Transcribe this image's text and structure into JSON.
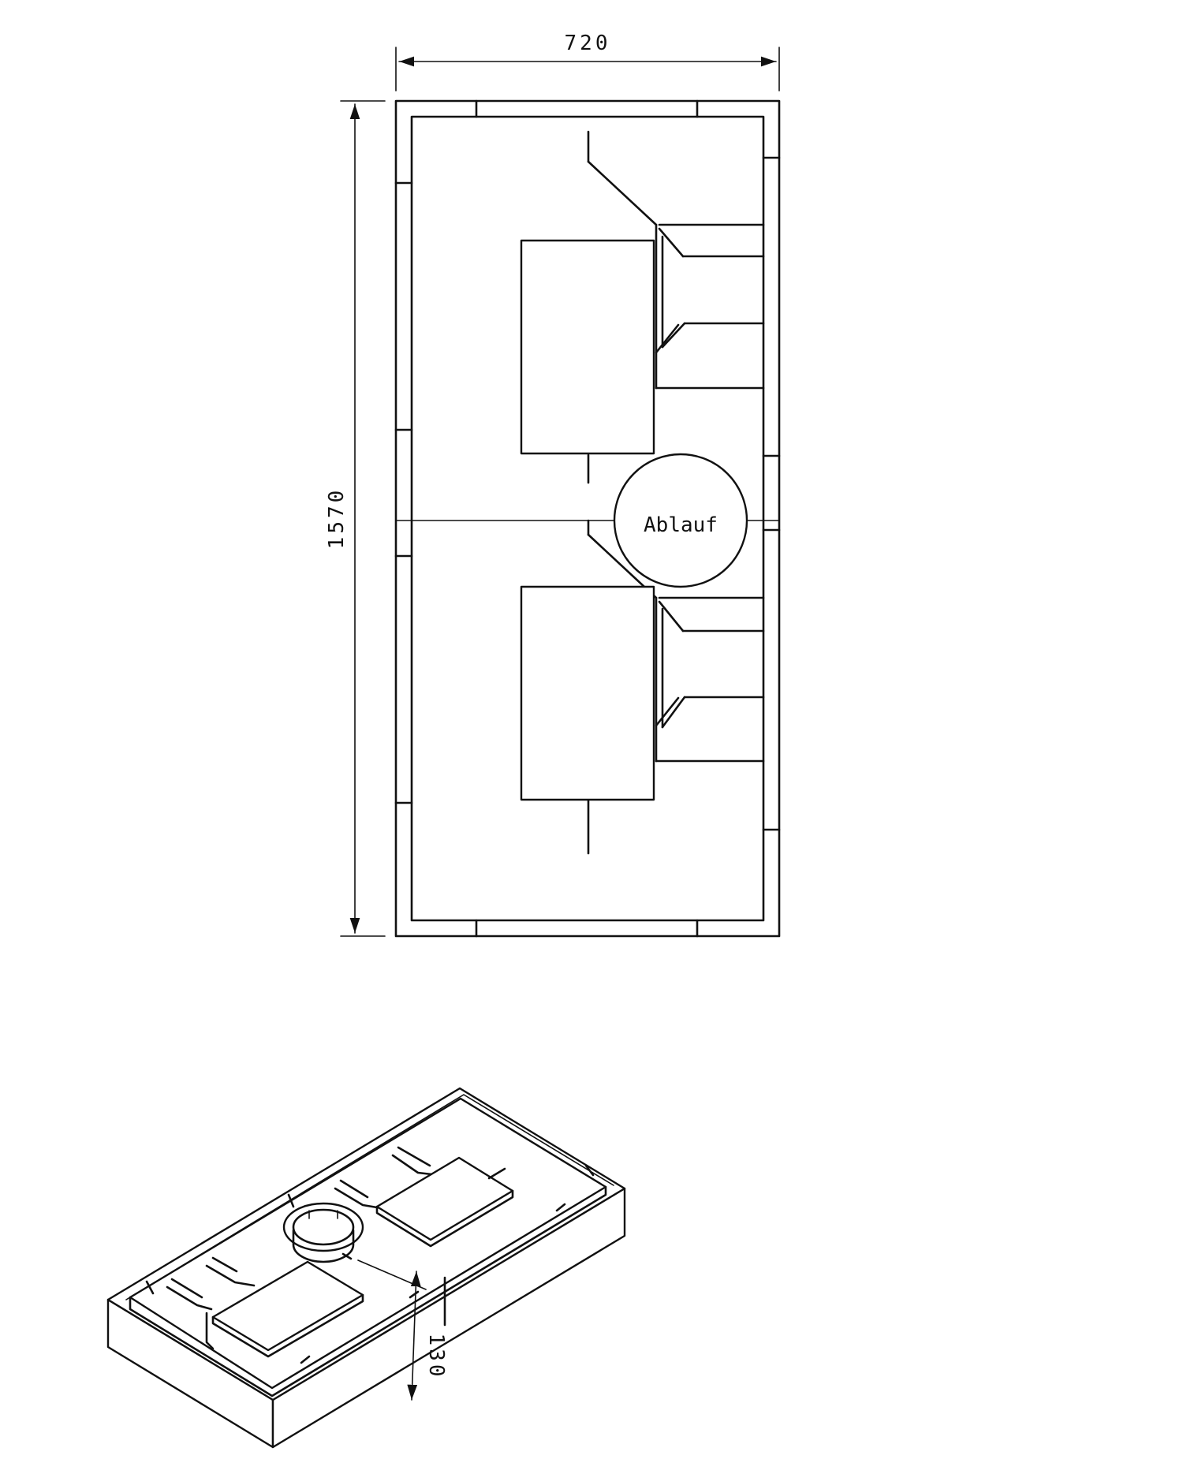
{
  "plan_view": {
    "width_dimension": "720",
    "length_dimension": "1570",
    "drain_label": "Ablauf"
  },
  "iso_view": {
    "height_dimension": "130"
  }
}
